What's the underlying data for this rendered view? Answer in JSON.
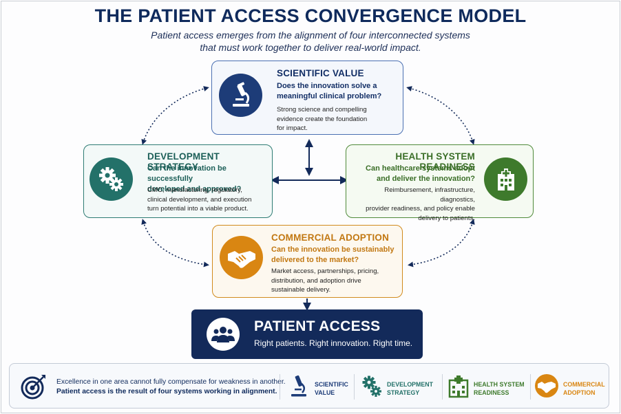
{
  "title": "THE PATIENT ACCESS CONVERGENCE MODEL",
  "subtitle_line1": "Patient access emerges from the alignment of four interconnected systems",
  "subtitle_line2": "that must work together to deliver real-world impact.",
  "colors": {
    "navy": "#132a5a",
    "scientific": "#1d3c78",
    "development": "#237169",
    "health": "#3e7a2c",
    "commercial": "#d98612"
  },
  "scientific": {
    "icon": "microscope-icon",
    "heading": "SCIENTIFIC VALUE",
    "question_l1": "Does the innovation solve a",
    "question_l2": "meaningful clinical problem?",
    "desc_l1": "Strong science and compelling",
    "desc_l2": "evidence create the foundation",
    "desc_l3": "for impact."
  },
  "development": {
    "icon": "gears-icon",
    "heading": "DEVELOPMENT STRATEGY",
    "question_l1": "Can the innovation be successfully",
    "question_l2": "developed and approved?",
    "desc_l1": "CMC, manufacturing, regulatory,",
    "desc_l2": "clinical development, and execution",
    "desc_l3": "turn potential into a viable product."
  },
  "health": {
    "icon": "hospital-icon",
    "heading": "HEALTH SYSTEM READINESS",
    "question_l1": "Can healthcare systems adopt",
    "question_l2": "and deliver the innovation?",
    "desc_l1": "Reimbursement, infrastructure, diagnostics,",
    "desc_l2": "provider readiness, and policy enable",
    "desc_l3": "delivery to patients."
  },
  "commercial": {
    "icon": "handshake-icon",
    "heading": "COMMERCIAL ADOPTION",
    "question_l1": "Can the innovation be sustainably",
    "question_l2": "delivered to the market?",
    "desc_l1": "Market access, partnerships, pricing,",
    "desc_l2": "distribution, and adoption drive",
    "desc_l3": "sustainable delivery."
  },
  "patient_access": {
    "icon": "people-group-icon",
    "title": "PATIENT ACCESS",
    "subtitle": "Right patients. Right innovation. Right time."
  },
  "footer": {
    "icon": "target-icon",
    "line1": "Excellence in one area cannot fully compensate for weakness in another.",
    "line2": "Patient access is the result of four systems working in alignment.",
    "legend": [
      {
        "l1": "SCIENTIFIC",
        "l2": "VALUE"
      },
      {
        "l1": "DEVELOPMENT",
        "l2": "STRATEGY"
      },
      {
        "l1": "HEALTH SYSTEM",
        "l2": "READINESS"
      },
      {
        "l1": "COMMERCIAL",
        "l2": "ADOPTION"
      }
    ]
  }
}
